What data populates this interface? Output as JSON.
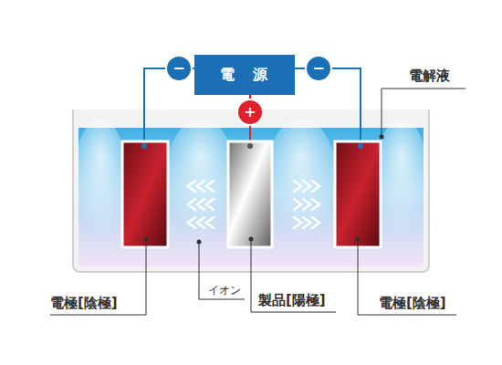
{
  "diagram": {
    "nodes": [
      {
        "text": [
          "電　源"
        ]
      },
      {
        "text": [
          "−"
        ]
      },
      {
        "text": [
          "−"
        ]
      },
      {
        "text": [
          "+"
        ]
      }
    ],
    "edges": [
      {
        "from": 0,
        "to": 1,
        "arrow": "none"
      },
      {
        "from": 0,
        "to": 2,
        "arrow": "none"
      },
      {
        "from": 0,
        "to": 3,
        "arrow": "none"
      }
    ],
    "labels": [
      "電解液",
      "イオン",
      "製品[陽極]",
      "電極[陰極]",
      "電極[陰極]"
    ]
  }
}
